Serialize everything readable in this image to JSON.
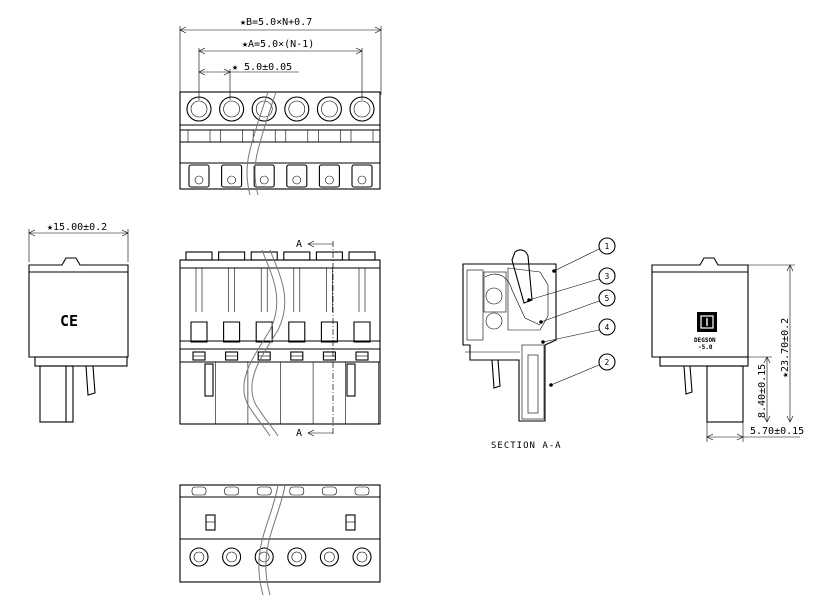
{
  "dimensions": {
    "b_overall": "★B=5.0×N+0.7",
    "a_pitch_total": "★A=5.0×(N-1)",
    "pitch": "★ 5.0±0.05",
    "width": "★15.00±0.2",
    "height": "★23.70±0.2",
    "height_lower": "8.40±0.15",
    "depth": "5.70±0.15"
  },
  "section": {
    "marker": "A",
    "caption": "SECTION A-A"
  },
  "balloons": [
    "1",
    "3",
    "5",
    "4",
    "2"
  ],
  "marks": {
    "ce": "CE",
    "brand_line1": "DEGSON",
    "brand_line2": "-5.0"
  }
}
